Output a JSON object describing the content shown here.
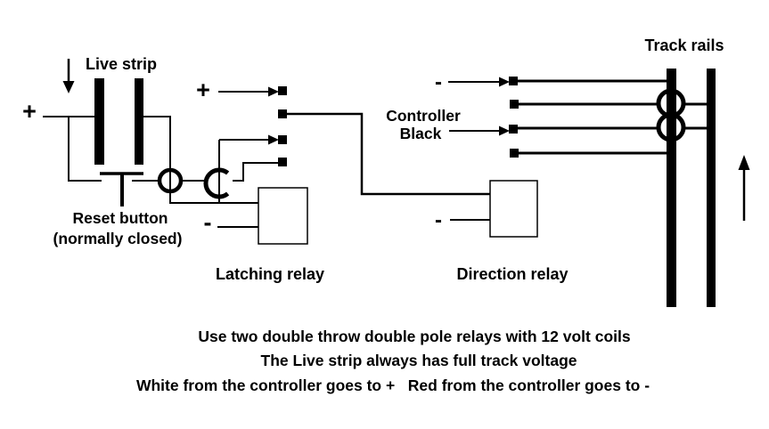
{
  "colors": {
    "ink": "#000000",
    "background": "#ffffff",
    "caption1": "#9b9b9b",
    "caption2": "#2b2b2b",
    "caption3": "#000000"
  },
  "labels": {
    "live_strip": "Live strip",
    "reset_button": "Reset button",
    "reset_button_note": "(normally closed)",
    "latching_relay": "Latching relay",
    "direction_relay": "Direction relay",
    "controller": "Controller",
    "controller_black": "Black",
    "track_rails": "Track rails",
    "plus_supply": "+",
    "plus_latch_contact": "+",
    "minus_latch_coil": "-",
    "minus_direction_contact": "-",
    "minus_direction_coil": "-"
  },
  "captions": {
    "line1": "Use two double throw double pole relays with 12 volt coils",
    "line2": "The Live strip always has full track voltage",
    "line3": "White from the controller goes to +   Red from the controller goes to -"
  }
}
